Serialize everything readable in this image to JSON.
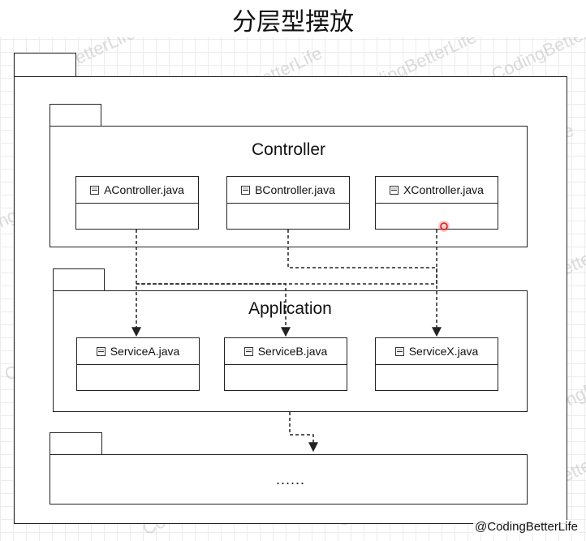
{
  "title": "分层型摆放",
  "watermark": "CodingBetterLife",
  "credit": "@CodingBetterLife",
  "packages": {
    "controller": {
      "label": "Controller",
      "classes": [
        "AController.java",
        "BController.java",
        "XController.java"
      ]
    },
    "application": {
      "label": "Application",
      "classes": [
        "ServiceA.java",
        "ServiceB.java",
        "ServiceX.java"
      ]
    },
    "lower": {
      "label": "......"
    }
  },
  "colors": {
    "stroke": "#222222",
    "cursor": "#e83030",
    "watermark": "#bdbdbd"
  },
  "icons": {
    "class": "class-box-icon",
    "cursor": "cursor-dot-icon"
  }
}
